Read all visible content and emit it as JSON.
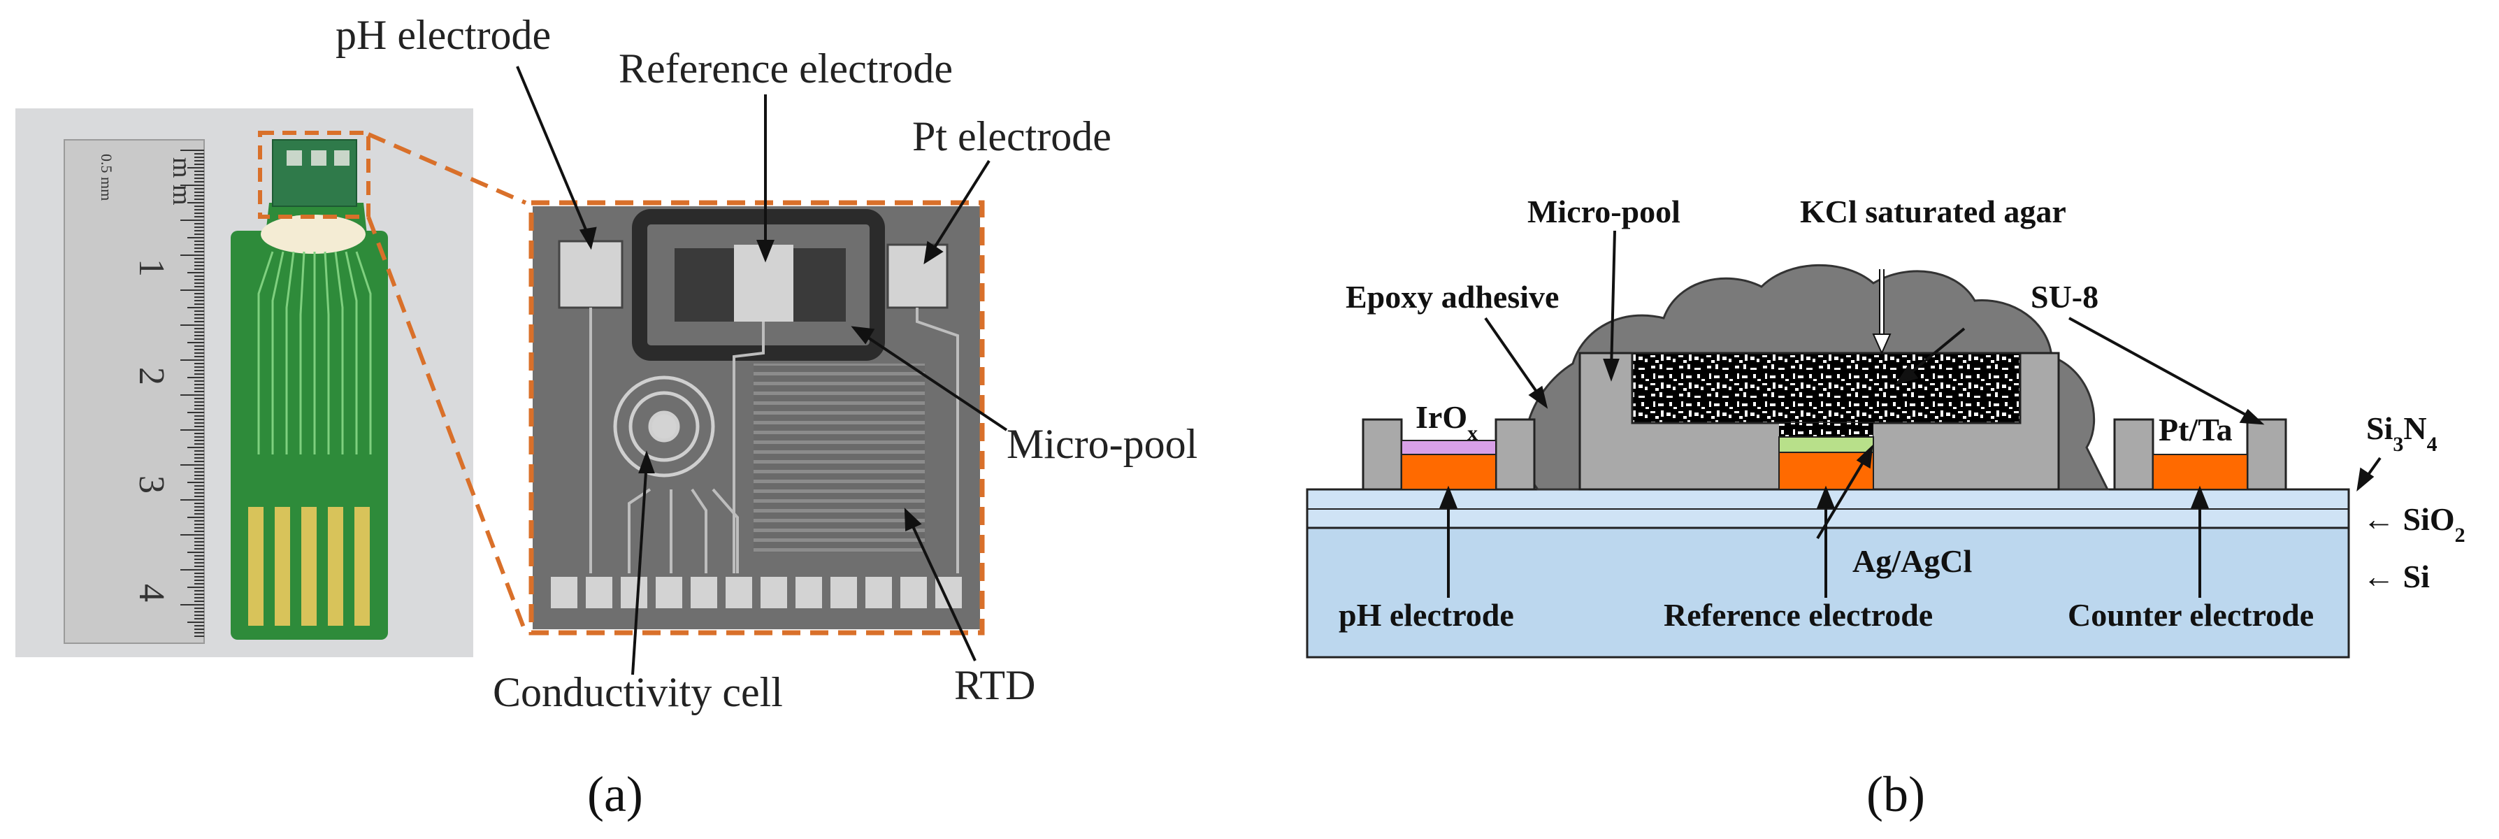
{
  "panel_a": {
    "caption": "(a)",
    "labels": {
      "ph": "pH electrode",
      "ref": "Reference electrode",
      "pt": "Pt electrode",
      "pool": "Micro-pool",
      "cond": "Conductivity cell",
      "rtd": "RTD"
    },
    "ruler_marks": [
      "1",
      "2",
      "3",
      "4"
    ],
    "ruler_unit_text": "0.5 mm",
    "ruler_unit_label": "m m"
  },
  "panel_b": {
    "caption": "(b)",
    "labels": {
      "micro_pool": "Micro-pool",
      "kcl": "KCl saturated agar",
      "epoxy": "Epoxy adhesive",
      "su8": "SU-8",
      "irox_base": "IrO",
      "irox_sub": "x",
      "ptta": "Pt/Ta",
      "si3n4_a": "Si",
      "si3n4_b": "3",
      "si3n4_c": "N",
      "si3n4_d": "4",
      "sio2_base": "← SiO",
      "sio2_sub": "2",
      "si": "← Si",
      "agagcl": "Ag/AgCl",
      "ph_electrode": "pH electrode",
      "ref_electrode": "Reference electrode",
      "counter_electrode": "Counter electrode"
    }
  },
  "colors": {
    "orange_dash": "#d9702a",
    "pcb_green": "#2e8b3a",
    "chip_gray": "#6f6f6f",
    "si_blue": "#bcd7ee",
    "sio2_blue": "#cfe3f5",
    "su8_gray": "#a9a9a9",
    "epoxy_gray": "#7a7a7a",
    "electrode_orange": "#ff6a00",
    "irox_purple": "#d8a0e8",
    "agcl_green": "#b8e08a"
  }
}
